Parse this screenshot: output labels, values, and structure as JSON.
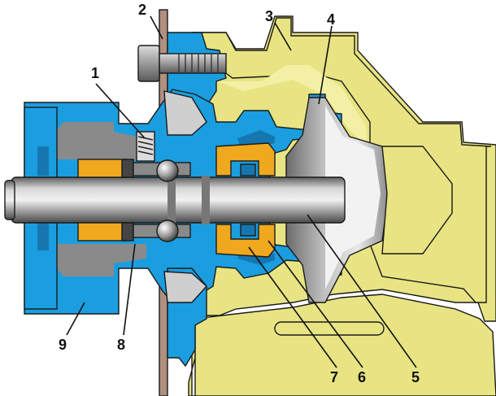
{
  "figure": {
    "kind": "cutaway drawing of a water pump",
    "callouts": [
      {
        "id": "1",
        "label": "1"
      },
      {
        "id": "2",
        "label": "2"
      },
      {
        "id": "3",
        "label": "3"
      },
      {
        "id": "4",
        "label": "4"
      },
      {
        "id": "5",
        "label": "5"
      },
      {
        "id": "6",
        "label": "6"
      },
      {
        "id": "7",
        "label": "7"
      },
      {
        "id": "8",
        "label": "8"
      },
      {
        "id": "9",
        "label": "9"
      }
    ],
    "colors": {
      "pump_housing": "#1a9ee0",
      "engine_block": "#e8e483",
      "block_highlight": "#f3f0a6",
      "shaft": "#9a9a9a",
      "seal": "#f0a81e",
      "gasket_plate": "#b09080",
      "hub": "#b8b8b8",
      "background": "#ffffff"
    }
  }
}
